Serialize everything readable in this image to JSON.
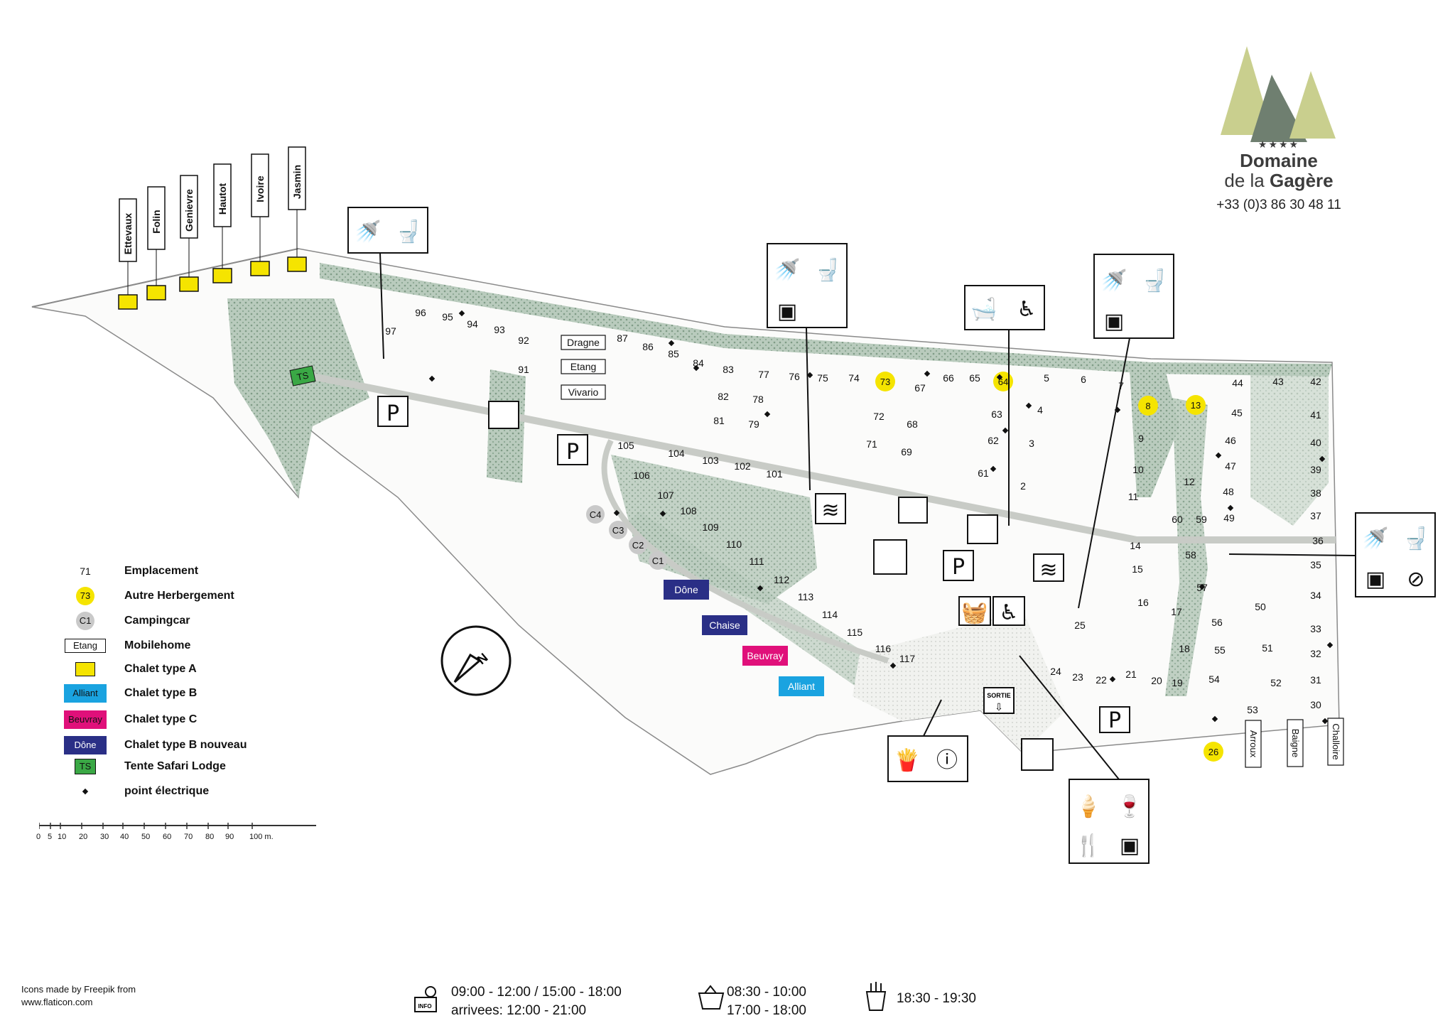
{
  "brand": {
    "stars": "★★★★",
    "name_line1": "Domaine",
    "name_line2_prefix": "de la ",
    "name_line2_bold": "Gagère",
    "phone": "+33 (0)3 86 30 48 11"
  },
  "legend": [
    {
      "symbol": "71",
      "kind": "number",
      "label": "Emplacement"
    },
    {
      "symbol": "73",
      "kind": "yellow-dot",
      "label": "Autre Herbergement"
    },
    {
      "symbol": "C1",
      "kind": "grey-dot",
      "label": "Campingcar"
    },
    {
      "symbol": "Etang",
      "kind": "white-box",
      "label": "Mobilehome"
    },
    {
      "symbol": "",
      "kind": "yellow-box",
      "label": "Chalet type A"
    },
    {
      "symbol": "Alliant",
      "kind": "cyan-box",
      "label": "Chalet type B"
    },
    {
      "symbol": "Beuvray",
      "kind": "magenta-box",
      "label": "Chalet type C"
    },
    {
      "symbol": "Dône",
      "kind": "navy-box",
      "label": "Chalet type B nouveau"
    },
    {
      "symbol": "TS",
      "kind": "green-box",
      "label": "Tente Safari Lodge"
    },
    {
      "symbol": "◆",
      "kind": "diamond",
      "label": "point électrique"
    }
  ],
  "colors": {
    "yellow": "#f5e400",
    "cyan": "#1aa3e0",
    "magenta": "#e0107a",
    "navy": "#2a2f86",
    "green": "#3aa845",
    "grey": "#c9c9c9",
    "vegetation": "#a9bfae",
    "path": "#e9ece8",
    "logo_tree_light": "#c9cf8e",
    "logo_tree_dark": "#6f7f70"
  },
  "chalets_a": [
    "Ettevaux",
    "Folin",
    "Genievre",
    "Hautot",
    "Ivoire",
    "Jasmin"
  ],
  "chalets_bottom_right": [
    "Arroux",
    "Baigne",
    "Challoire"
  ],
  "mobilehomes": [
    "Dragne",
    "Etang",
    "Vivario"
  ],
  "chalets_colored": [
    {
      "label": "Dône",
      "type": "navy"
    },
    {
      "label": "Chaise",
      "type": "navy"
    },
    {
      "label": "Beuvray",
      "type": "magenta"
    },
    {
      "label": "Alliant",
      "type": "cyan"
    }
  ],
  "tent": "TS",
  "campingcars": [
    "C4",
    "C3",
    "C2",
    "C1"
  ],
  "other_lodging": [
    "73",
    "64",
    "8",
    "13",
    "26"
  ],
  "pitches": [
    "97",
    "96",
    "95",
    "94",
    "93",
    "92",
    "91",
    "87",
    "86",
    "85",
    "84",
    "83",
    "82",
    "81",
    "78",
    "79",
    "77",
    "76",
    "75",
    "74",
    "72",
    "71",
    "68",
    "69",
    "67",
    "66",
    "65",
    "63",
    "62",
    "61",
    "5",
    "6",
    "7",
    "4",
    "3",
    "2",
    "44",
    "43",
    "42",
    "45",
    "41",
    "46",
    "40",
    "47",
    "39",
    "12",
    "48",
    "38",
    "9",
    "10",
    "11",
    "60",
    "59",
    "49",
    "37",
    "36",
    "14",
    "15",
    "58",
    "35",
    "57",
    "34",
    "16",
    "17",
    "56",
    "50",
    "33",
    "18",
    "55",
    "51",
    "32",
    "54",
    "52",
    "31",
    "53",
    "30",
    "25",
    "24",
    "23",
    "22",
    "21",
    "20",
    "19",
    "105",
    "104",
    "103",
    "102",
    "101",
    "106",
    "107",
    "108",
    "109",
    "110",
    "111",
    "112",
    "113",
    "114",
    "115",
    "116",
    "117"
  ],
  "signs": {
    "exit": "SORTIE",
    "info": "INFO"
  },
  "hours": {
    "reception_line1": "09:00 - 12:00  / 15:00 - 18:00",
    "reception_line2": "arrivees: 12:00 - 21:00",
    "shop_line1": "08:30 - 10:00",
    "shop_line2": "17:00 - 18:00",
    "snack": "18:30 - 19:30"
  },
  "credit": {
    "line1": "Icons made by Freepik from",
    "line2": "www.flaticon.com"
  },
  "scale": {
    "ticks": [
      "0",
      "5",
      "10",
      "20",
      "30",
      "40",
      "50",
      "60",
      "70",
      "80",
      "90",
      "100 m."
    ]
  }
}
